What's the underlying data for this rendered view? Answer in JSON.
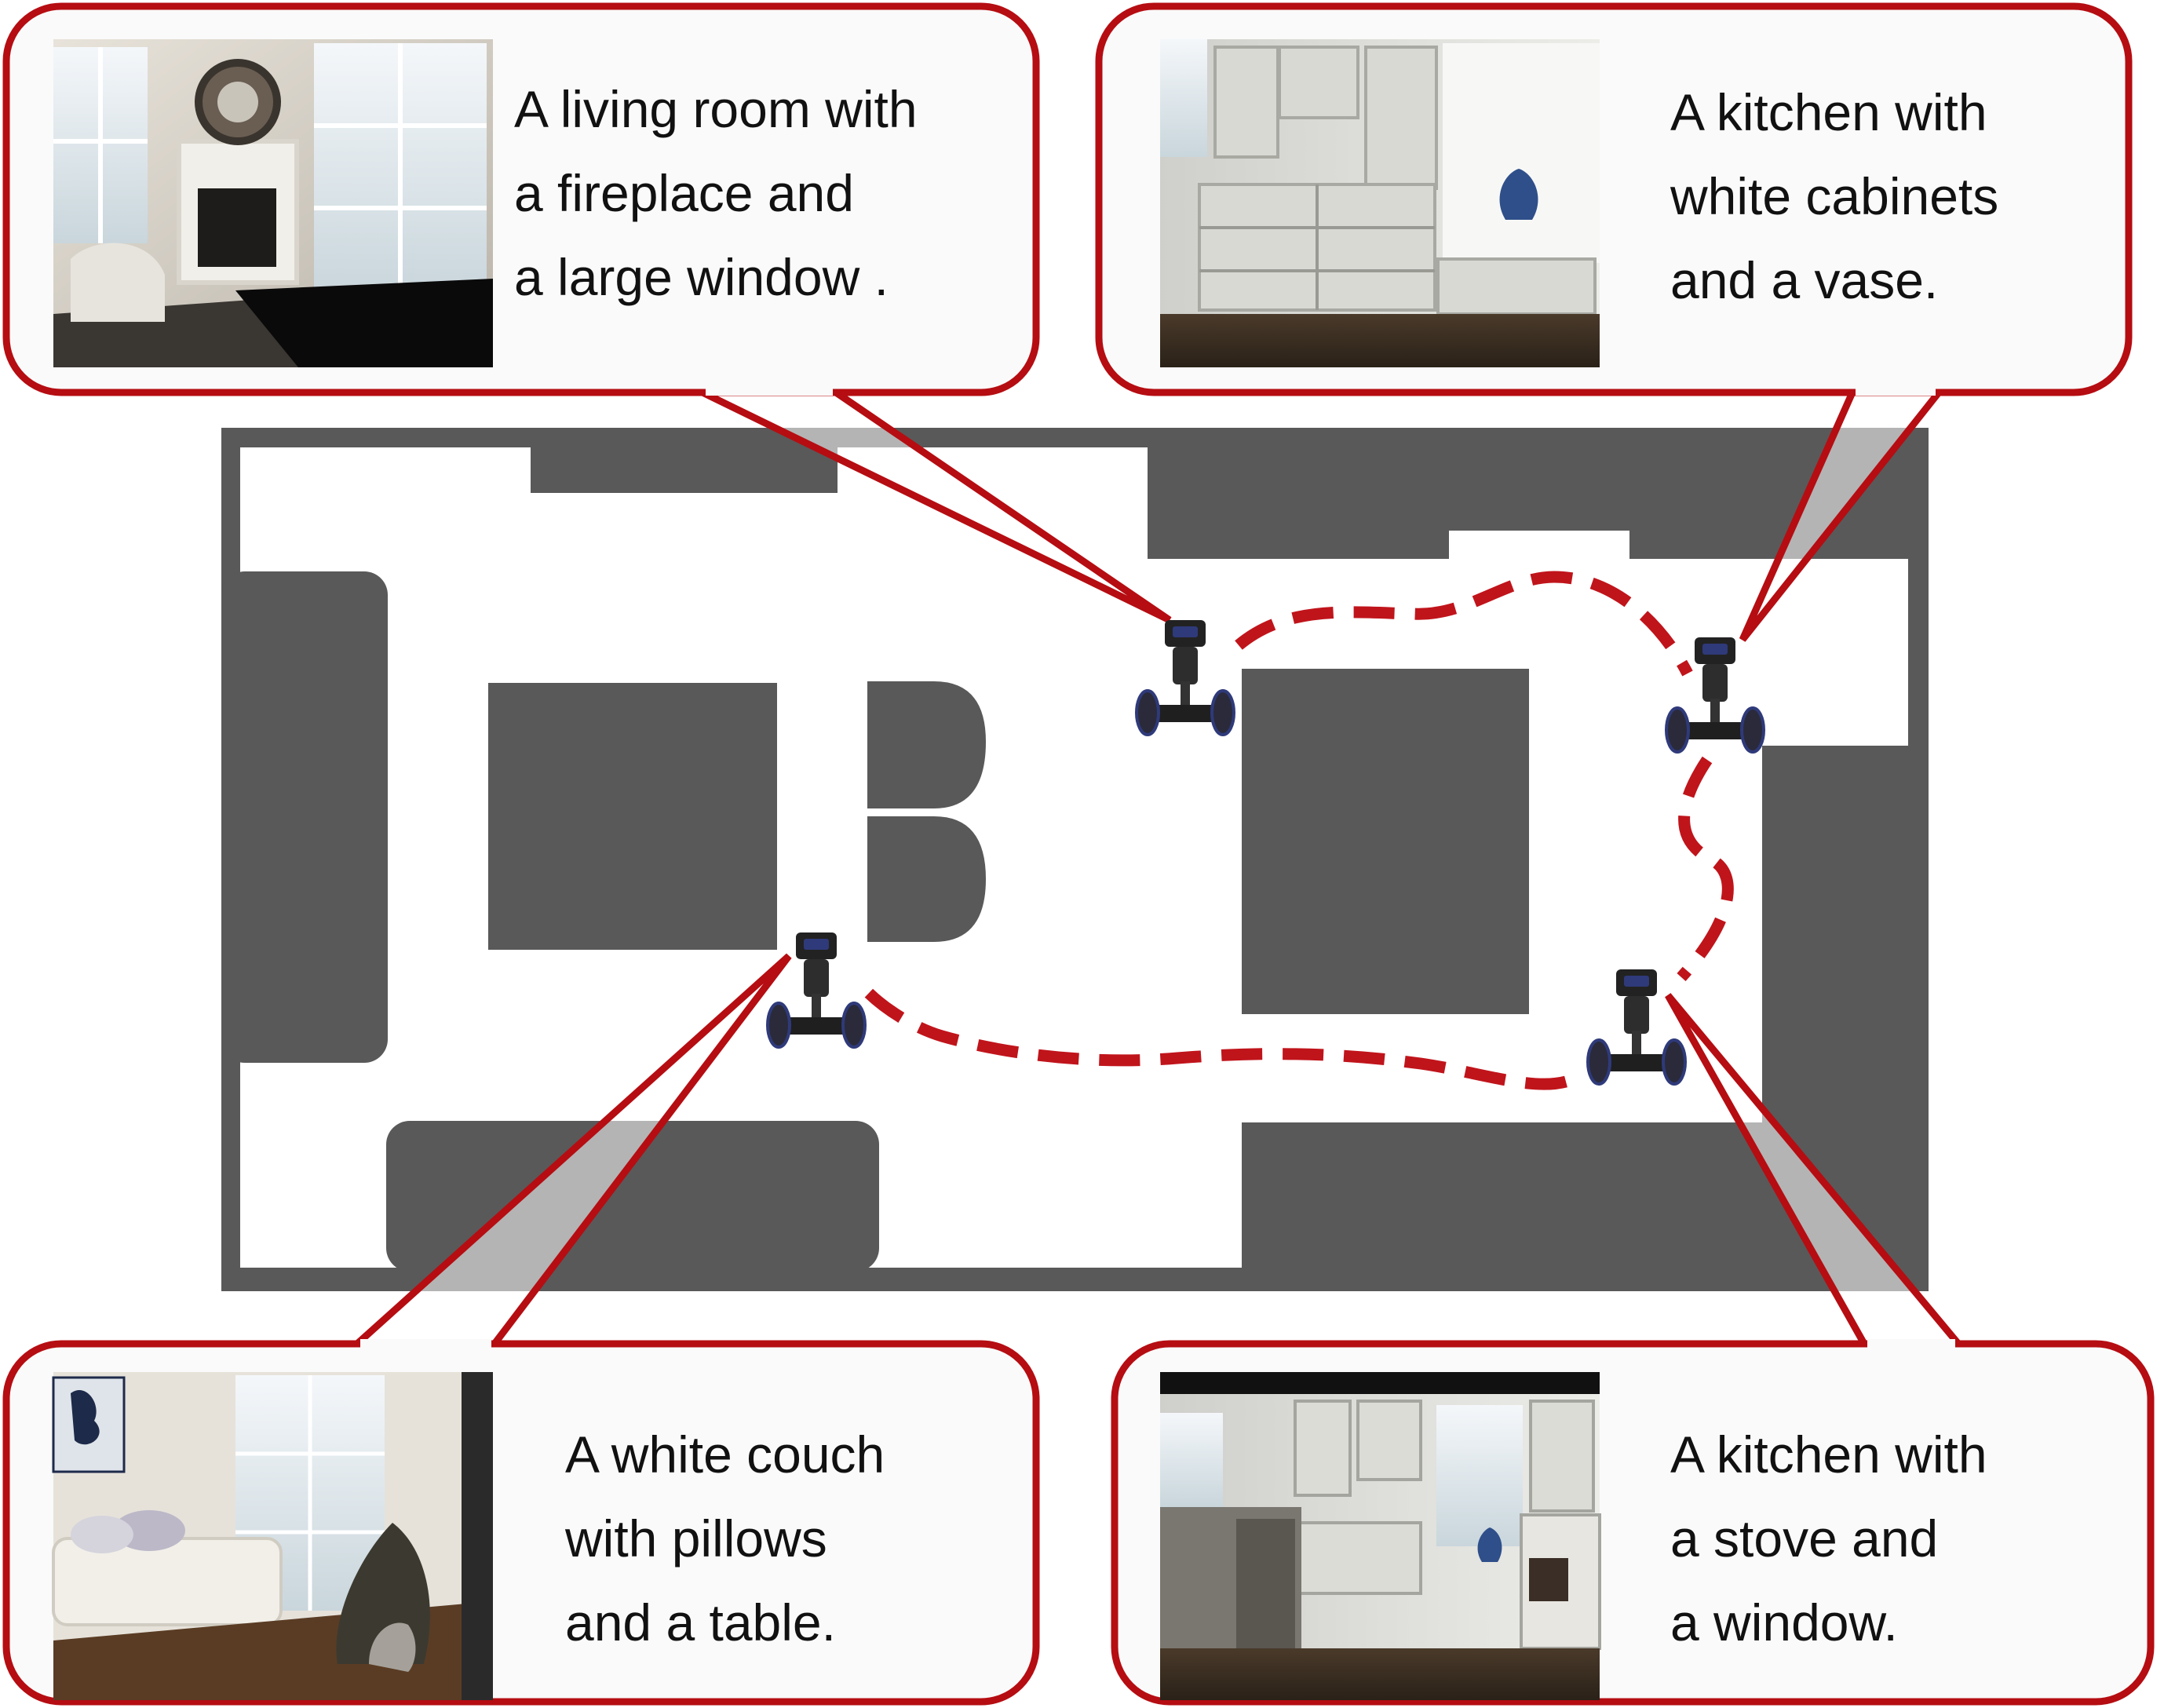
{
  "callouts": [
    {
      "id": "living-room",
      "caption": "A living room with\na fireplace and\na large window ."
    },
    {
      "id": "kitchen-cabinets",
      "caption": "A kitchen with\nwhite cabinets\nand a vase."
    },
    {
      "id": "white-couch",
      "caption": "A white couch\nwith pillows\nand a table."
    },
    {
      "id": "kitchen-stove",
      "caption": "A kitchen with\na stove and\na window."
    }
  ],
  "colors": {
    "callout_border": "#b50d12",
    "callout_fill": "#fafafa",
    "floor_plan_walls": "#595959",
    "floor_plan_free_space": "#ffffff",
    "path": "#c0141b",
    "robot_body": "#222222",
    "robot_accent": "#2f3a7a"
  },
  "icons": {
    "robot": "segway-robot-icon",
    "scene_photo": "panorama-photo-icon"
  }
}
